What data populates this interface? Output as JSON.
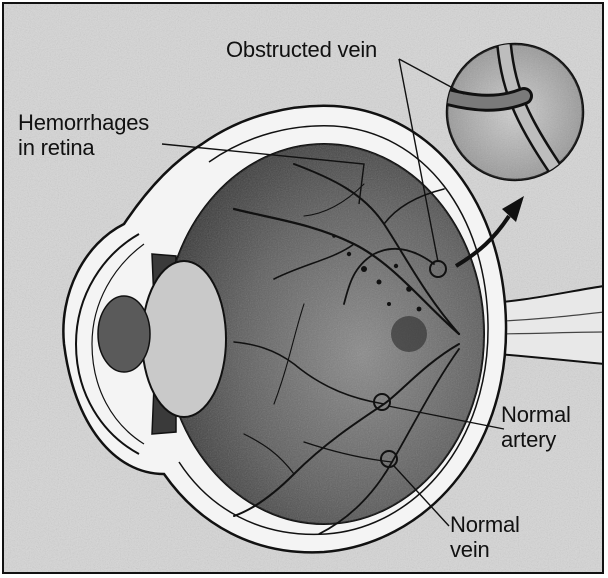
{
  "figure": {
    "labels": {
      "obstructed_vein": "Obstructed vein",
      "hemorrhages_line1": "Hemorrhages",
      "hemorrhages_line2": "in retina",
      "normal_artery_line1": "Normal",
      "normal_artery_line2": "artery",
      "normal_vein_line1": "Normal",
      "normal_vein_line2": "vein"
    },
    "colors": {
      "ink": "#111111",
      "background_speckle": "#d9d9d9",
      "eye_interior": "#5a5a5a"
    }
  }
}
